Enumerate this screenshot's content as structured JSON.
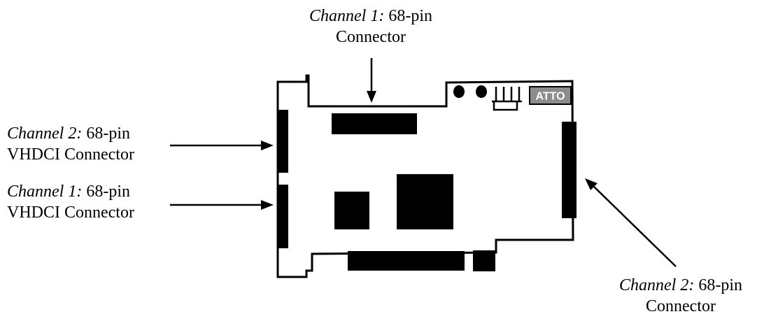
{
  "labels": {
    "top": {
      "channel": "Channel 1:",
      "pins": " 68-pin",
      "line2": "Connector"
    },
    "left_upper": {
      "channel": "Channel 2:",
      "pins": " 68-pin",
      "line2": "VHDCI Connector"
    },
    "left_lower": {
      "channel": "Channel 1:",
      "pins": " 68-pin",
      "line2": "VHDCI Connector"
    },
    "bottom_right": {
      "channel": "Channel 2:",
      "pins": " 68-pin",
      "line2": "Connector"
    }
  },
  "board": {
    "brand": "ATTO"
  },
  "colors": {
    "ink": "#000000",
    "badge": "#8c8c8c",
    "background": "#ffffff"
  }
}
